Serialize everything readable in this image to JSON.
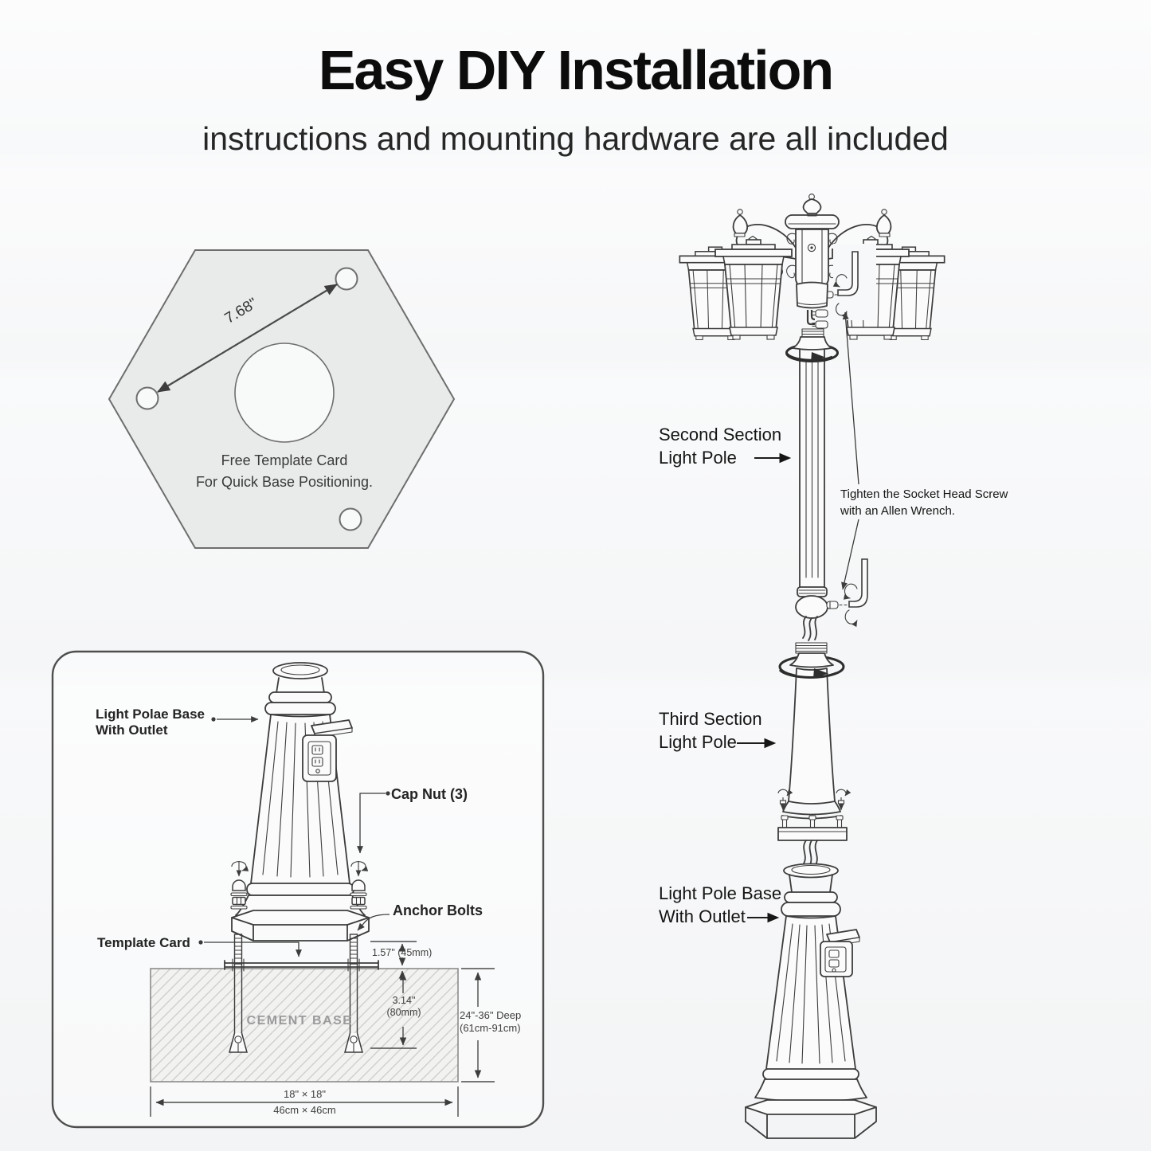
{
  "colors": {
    "ink": "#3c3c3c",
    "label_ink": "#141414",
    "hexagon_fill": "#e9eaea",
    "hatch_line": "#cfcfcf",
    "background": "#f6f7f8",
    "cement_text": "#9b9b9b"
  },
  "header": {
    "title": "Easy DIY Installation",
    "subtitle": "instructions and mounting hardware are all included"
  },
  "template_card": {
    "hole_distance": "7.68\"",
    "caption_line1": "Free Template Card",
    "caption_line2": "For Quick Base Positioning."
  },
  "base_installation": {
    "labels": {
      "pole_base_line1": "Light Polae Base",
      "pole_base_line2": "With Outlet",
      "cap_nut": "Cap Nut (3)",
      "anchor_bolts": "Anchor Bolts",
      "template_card": "Template Card",
      "cement_base": "CEMENT BASE"
    },
    "dimensions": {
      "bolt_exposed_height": "1.57\" (45mm)",
      "embed_depth_value": "3.14\"",
      "embed_depth_metric": "(80mm)",
      "cement_depth": "24\"-36\" Deep",
      "cement_depth_metric": "(61cm-91cm)",
      "footprint_imperial": "18\" × 18\"",
      "footprint_metric": "46cm × 46cm"
    }
  },
  "pole_assembly": {
    "labels": {
      "second_section_line1": "Second Section",
      "second_section_line2": "Light Pole",
      "tighten_note_line1": "Tighten the Socket Head Screw",
      "tighten_note_line2": "with an Allen Wrench.",
      "third_section_line1": "Third Section",
      "third_section_line2": "Light Pole",
      "pole_base_line1": "Light Pole Base",
      "pole_base_line2": "With Outlet"
    }
  }
}
